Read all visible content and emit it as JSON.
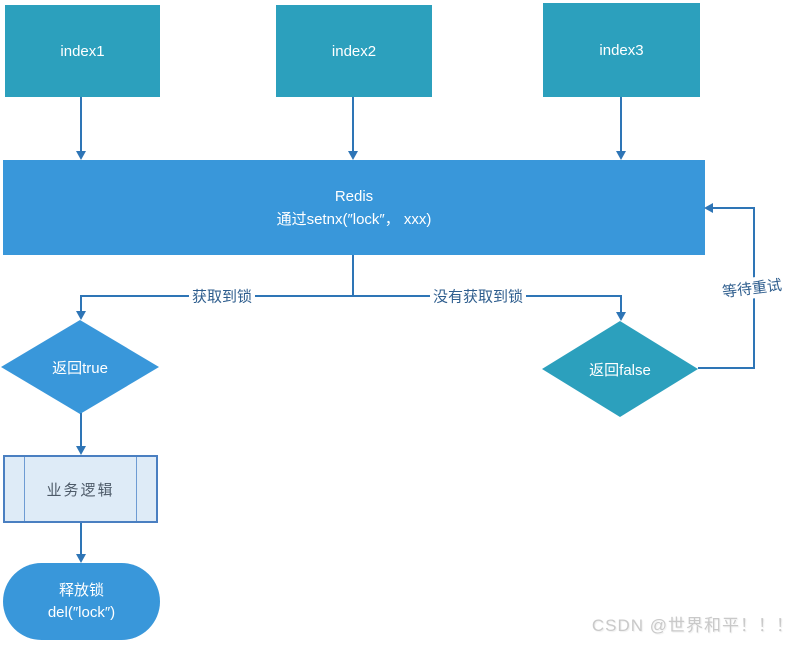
{
  "diagram": {
    "title_hint": "Redis setnx distributed lock flowchart",
    "nodes": {
      "index1": {
        "label": "index1"
      },
      "index2": {
        "label": "index2"
      },
      "index3": {
        "label": "index3"
      },
      "redis": {
        "line1": "Redis",
        "line2": "通过setnx(″lock″， xxx)"
      },
      "return_true": {
        "label": "返回true"
      },
      "return_false": {
        "label": "返回false"
      },
      "business_logic": {
        "label": "业务逻辑"
      },
      "release_lock": {
        "line1": "释放锁",
        "line2": "del(″lock″)"
      }
    },
    "edge_labels": {
      "acquired": "获取到锁",
      "not_acquired": "没有获取到锁",
      "retry": "等待重试"
    },
    "colors": {
      "teal_node": "#2CA0BD",
      "blue_node": "#3997DA",
      "connector": "#2E75B6",
      "edge_label_text": "#2F5E8E",
      "process_fill": "#DEEBF7",
      "process_border": "#4A7FC1",
      "process_text": "#4D5A68",
      "watermark_text": "#C9C9C9"
    },
    "watermark": "CSDN @世界和平！！！"
  }
}
